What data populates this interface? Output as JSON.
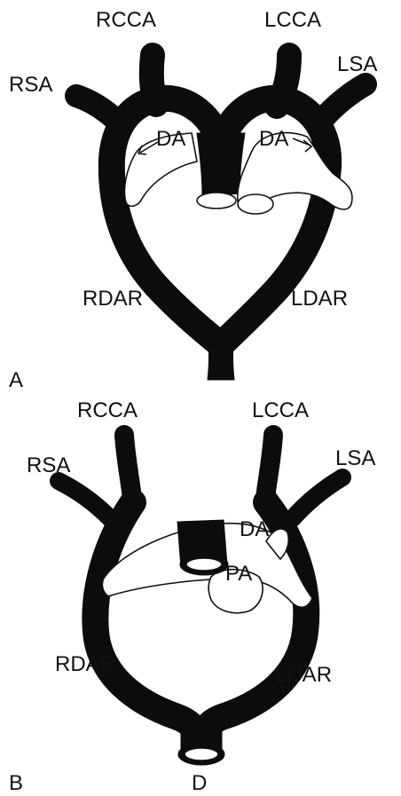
{
  "panel_a": {
    "panel_label": "A",
    "labels": {
      "rcca": "RCCA",
      "lcca": "LCCA",
      "rsa": "RSA",
      "lsa": "LSA",
      "da_left": "DA",
      "da_right": "DA",
      "rdar": "RDAR",
      "ldar": "LDAR"
    }
  },
  "panel_b": {
    "panel_label": "B",
    "sub_label": "D",
    "labels": {
      "rcca": "RCCA",
      "lcca": "LCCA",
      "rsa": "RSA",
      "lsa": "LSA",
      "da": "DA",
      "pa": "PA",
      "rdar": "RDAR",
      "ldar": "LDAR"
    }
  },
  "colors": {
    "vessel": "#0c0c0c",
    "pale_vessel": "#ffffff",
    "background": "#ffffff"
  }
}
